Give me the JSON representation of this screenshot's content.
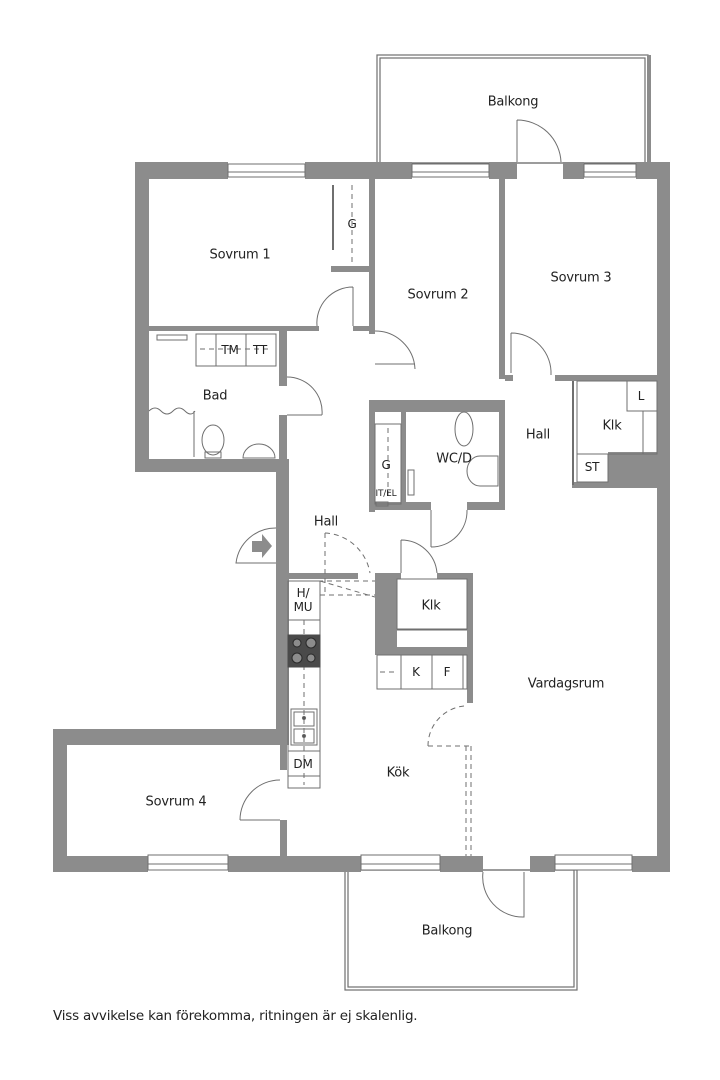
{
  "colors": {
    "wall": "#8c8c8c",
    "line": "#6f6f6f",
    "background": "#ffffff",
    "text": "#222222",
    "stove": "#4a4a4a"
  },
  "rooms": {
    "balkong_top": "Balkong",
    "sovrum1": "Sovrum 1",
    "sovrum2": "Sovrum 2",
    "sovrum3": "Sovrum 3",
    "garderob1": "G",
    "bad": "Bad",
    "tm": "TM",
    "tt": "TT",
    "garderob2": "G",
    "it_el": "IT/EL",
    "wcd": "WC/D",
    "hall_right": "Hall",
    "klk_right": "Klk",
    "l": "L",
    "st": "ST",
    "hall_center": "Hall",
    "h_mu_line1": "H/",
    "h_mu_line2": "MU",
    "klk_center": "Klk",
    "k": "K",
    "f": "F",
    "vardagsrum": "Vardagsrum",
    "dm": "DM",
    "kok": "Kök",
    "sovrum4": "Sovrum 4",
    "balkong_bottom": "Balkong"
  },
  "footer": {
    "disclaimer": "Viss avvikelse kan förekomma, ritningen är ej skalenlig."
  }
}
